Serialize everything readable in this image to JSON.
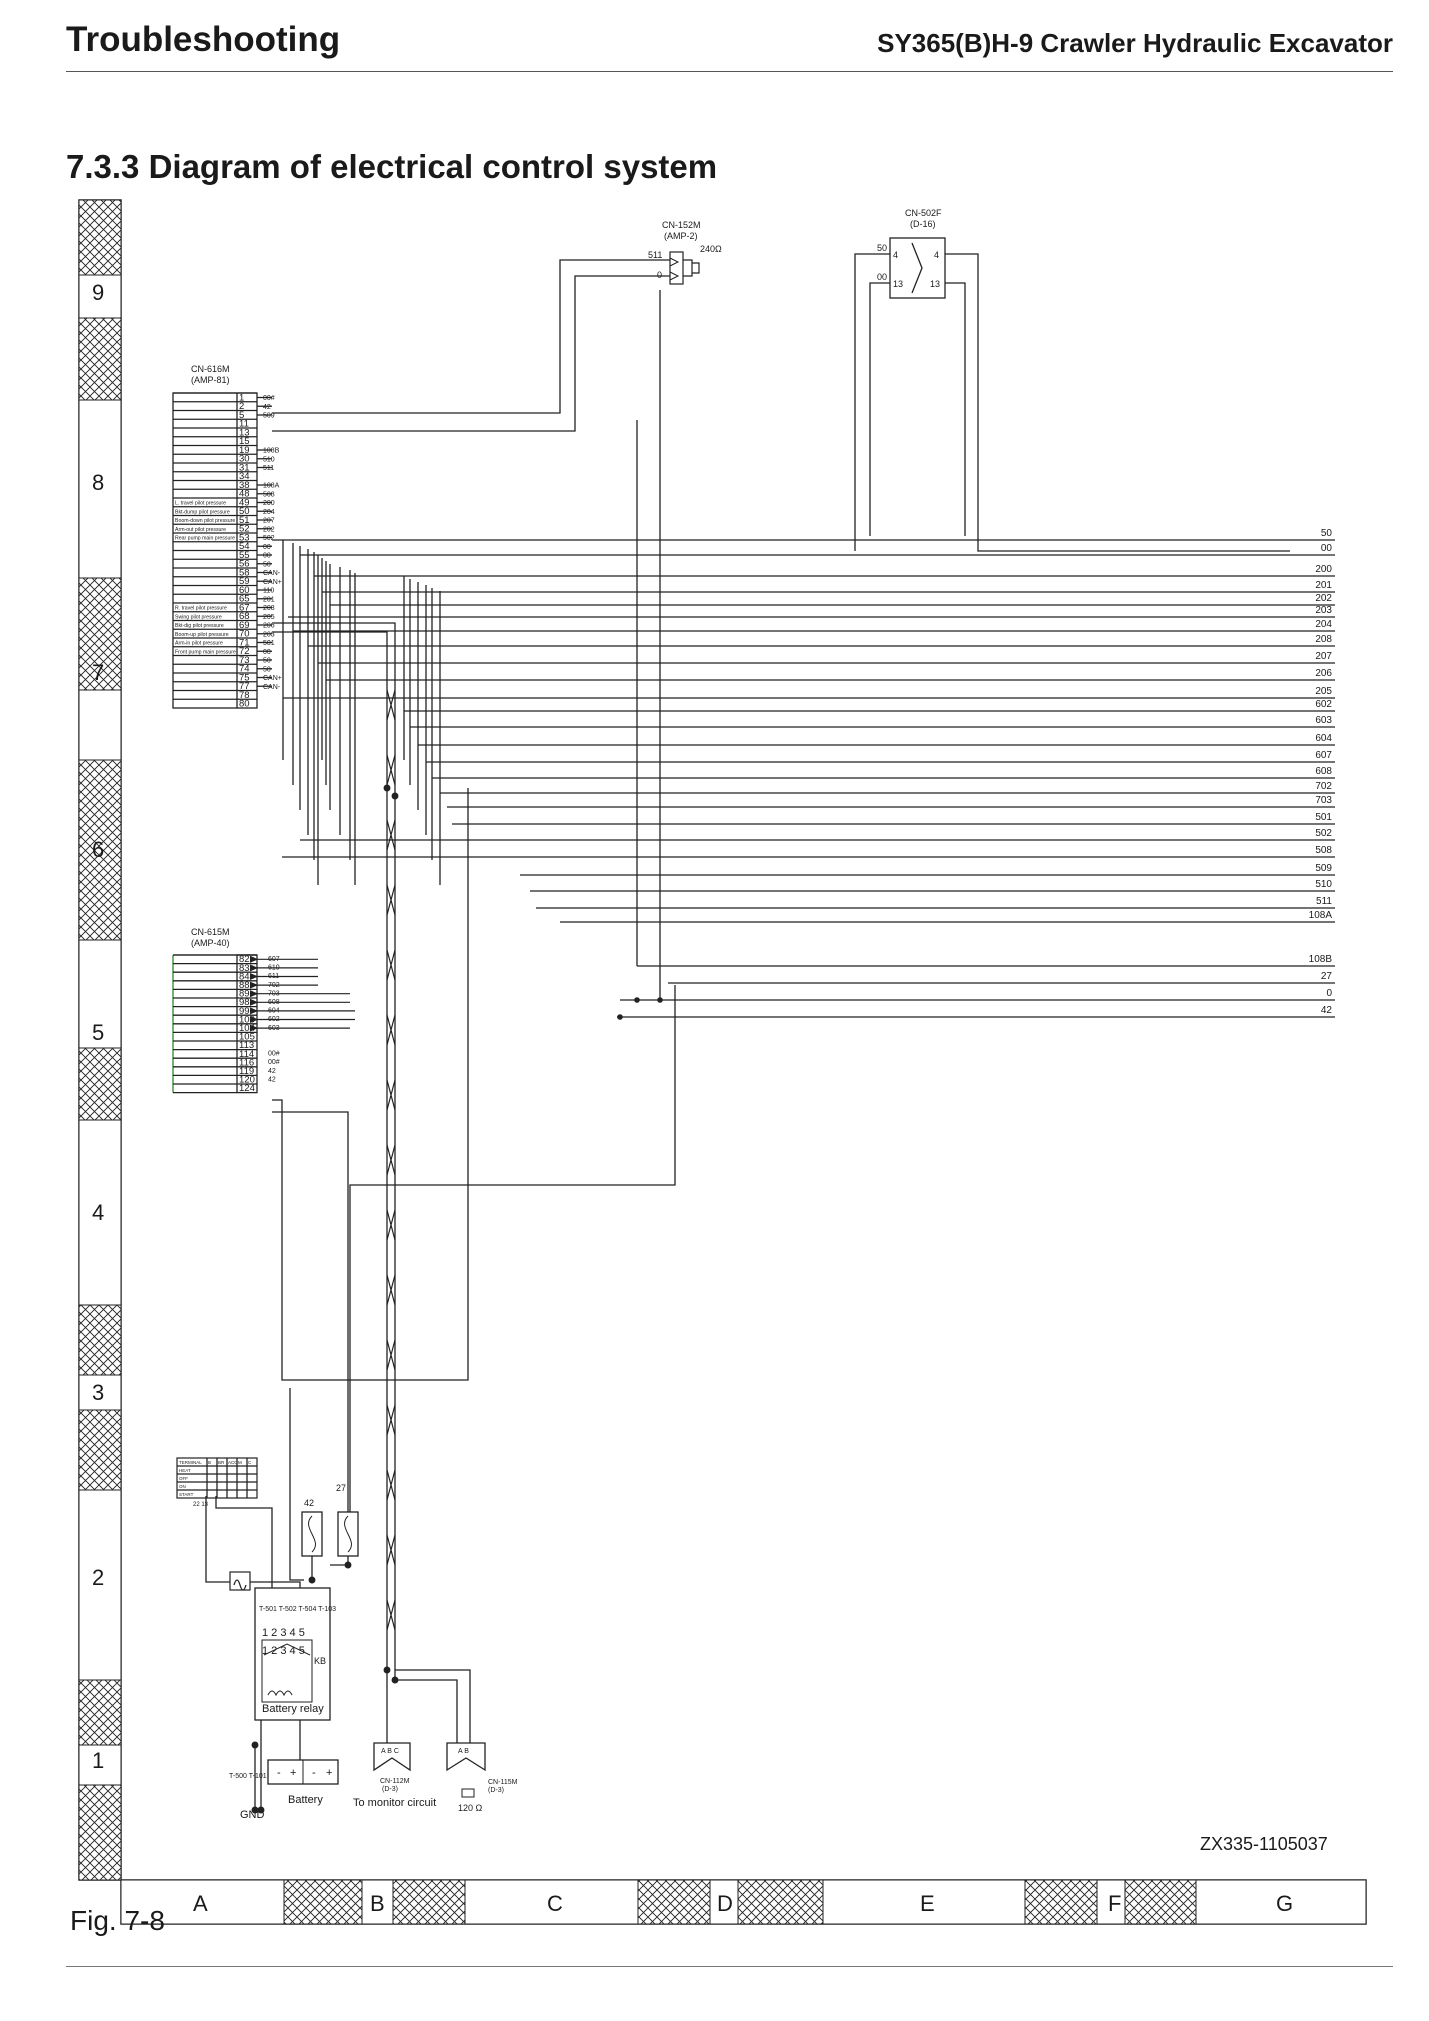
{
  "header": {
    "left_title": "Troubleshooting",
    "right_title": "SY365(B)H-9 Crawler Hydraulic Excavator"
  },
  "section": {
    "title": "7.3.3 Diagram of electrical control system"
  },
  "figure": {
    "caption": "Fig. 7-8",
    "drawing_number": "ZX335-1105037"
  },
  "grid": {
    "rows": [
      "9",
      "8",
      "7",
      "6",
      "5",
      "4",
      "3",
      "2",
      "1"
    ],
    "columns": [
      "A",
      "B",
      "C",
      "D",
      "E",
      "F",
      "G"
    ]
  },
  "connectors": {
    "cn616": {
      "name": "CN-616M",
      "type": "(AMP-81)"
    },
    "cn615": {
      "name": "CN-615M",
      "type": "(AMP-40)"
    },
    "cn152": {
      "name": "CN-152M",
      "type": "(AMP-2)",
      "pin_a": "511",
      "pin_b": "0",
      "resistance": "240Ω"
    },
    "cn502": {
      "name": "CN-502F",
      "type": "(D-16)",
      "in_a": "50",
      "in_b": "00",
      "pin_a": "4",
      "pin_b": "13"
    },
    "cn112": {
      "name": "CN-112M",
      "type": "(D-3)",
      "pins": "A  B  C"
    },
    "cn115": {
      "name": "CN-115M",
      "type": "(D-3)",
      "pins": "A  B"
    }
  },
  "cn616_pins": [
    "1",
    "2",
    "5",
    "11",
    "13",
    "15",
    "19",
    "30",
    "31",
    "34",
    "38",
    "48",
    "49",
    "50",
    "51",
    "52",
    "53",
    "54",
    "55",
    "56",
    "58",
    "59",
    "60",
    "65",
    "67",
    "68",
    "69",
    "70",
    "71",
    "72",
    "73",
    "74",
    "75",
    "77",
    "78",
    "80"
  ],
  "cn616_wires": [
    "00#",
    "42",
    "509",
    "",
    "",
    "",
    "108B",
    "510",
    "511",
    "",
    "108A",
    "508",
    "200",
    "204",
    "207",
    "202",
    "502",
    "00",
    "00",
    "50",
    "CAN-",
    "CAN+",
    "110",
    "201",
    "208",
    "205",
    "206",
    "203",
    "501",
    "00",
    "50",
    "50",
    "CAN+",
    "CAN-",
    "",
    ""
  ],
  "cn616_sensors": [
    {
      "row": 12,
      "label": "L. travel pilot pressure"
    },
    {
      "row": 13,
      "label": "Bkt-dump pilot pressure"
    },
    {
      "row": 14,
      "label": "Boom-down pilot pressure"
    },
    {
      "row": 15,
      "label": "Arm-out pilot pressure"
    },
    {
      "row": 16,
      "label": "Rear pump main pressure"
    },
    {
      "row": 24,
      "label": "R. travel pilot pressure"
    },
    {
      "row": 25,
      "label": "Swing pilot pressure"
    },
    {
      "row": 26,
      "label": "Bkt-dig pilot pressure"
    },
    {
      "row": 27,
      "label": "Boom-up pilot pressure"
    },
    {
      "row": 28,
      "label": "Arm-in pilot pressure"
    },
    {
      "row": 29,
      "label": "Front pump main pressure"
    }
  ],
  "cn615_pins": [
    "82",
    "83",
    "84",
    "88",
    "89",
    "98",
    "99",
    "100",
    "104",
    "105",
    "113",
    "114",
    "116",
    "119",
    "120",
    "124"
  ],
  "cn615_wires": [
    "607",
    "610",
    "611",
    "702",
    "703",
    "608",
    "604",
    "602",
    "603",
    "",
    "",
    "00#",
    "00#",
    "42",
    "42",
    ""
  ],
  "right_terminals_upper": [
    "50",
    "00",
    "200",
    "201",
    "202",
    "203",
    "204",
    "208",
    "207",
    "206",
    "205",
    "602",
    "603",
    "604",
    "607",
    "608",
    "702",
    "703",
    "501",
    "502",
    "508",
    "509",
    "510",
    "511",
    "108A"
  ],
  "right_terminals_lower": [
    "108B",
    "27",
    "0",
    "42"
  ],
  "key_switch": {
    "rows": [
      "TERMINAL",
      "HEAT",
      "OFF",
      "ON",
      "START"
    ],
    "cols": [
      "B",
      "BR",
      "ACC",
      "M",
      "C"
    ],
    "wires": "22  13"
  },
  "fuses": [
    {
      "label": "42"
    },
    {
      "label": "27"
    }
  ],
  "battery_relay": {
    "label": "Battery relay",
    "terminal_row": "T-501   T-502 T-504 T-103",
    "top_pins": "1    2  3 4 5",
    "mid_pins": "1    2  3 4 5",
    "kb": "KB"
  },
  "battery": {
    "label": "Battery",
    "terminals": "T-500   T-101",
    "minus": "-",
    "plus": "+"
  },
  "gnd": {
    "label": "GND"
  },
  "monitor": {
    "label": "To monitor circuit"
  },
  "terminator": {
    "label": "120 Ω"
  }
}
